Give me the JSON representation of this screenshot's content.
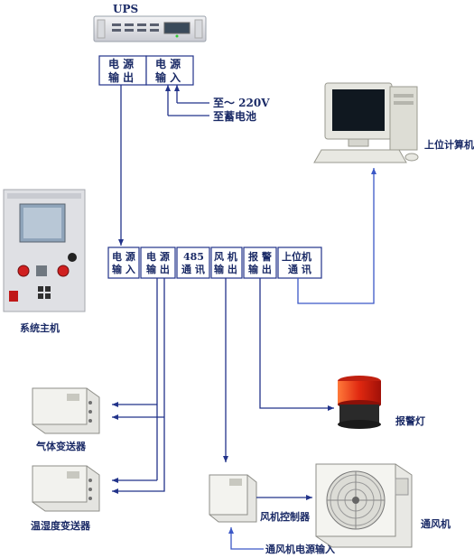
{
  "ups": {
    "title": "UPS",
    "out_box": [
      "电 源",
      "输 出"
    ],
    "in_box": [
      "电 源",
      "输 入"
    ],
    "note_voltage": "至～ 220V",
    "note_battery": "至蓄电池"
  },
  "host": {
    "caption": "系统主机",
    "panel_ports": [
      [
        "电 源",
        "输 入"
      ],
      [
        "电 源",
        "输 出"
      ],
      [
        "485",
        "通 讯"
      ],
      [
        "风 机",
        "输 出"
      ],
      [
        "报 警",
        "输 出"
      ],
      [
        "上位机",
        "通 讯"
      ]
    ]
  },
  "computer": {
    "caption": "上位计算机"
  },
  "devices": {
    "gas_transmitter": "气体变送器",
    "temp_humidity_transmitter": "温湿度变送器",
    "alarm_light": "报警灯",
    "fan_controller": "风机控制器",
    "fan": "通风机",
    "fan_power_input": "通风机电源输入"
  }
}
